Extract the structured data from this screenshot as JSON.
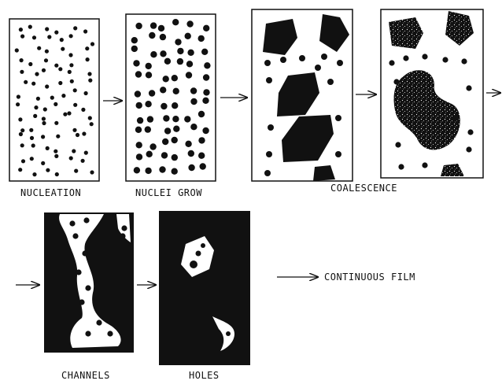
{
  "stages": [
    {
      "id": "nucleation",
      "label": "NUCLEATION"
    },
    {
      "id": "nuclei-grow",
      "label": "NUCLEI GROW"
    },
    {
      "id": "coalescence",
      "label": "COALESCENCE"
    },
    {
      "id": "channels",
      "label": "CHANNELS"
    },
    {
      "id": "holes",
      "label": "HOLES"
    }
  ],
  "final_stage": {
    "label": "CONTINUOUS FILM"
  },
  "colors": {
    "ink": "#111111",
    "paper": "#ffffff"
  }
}
